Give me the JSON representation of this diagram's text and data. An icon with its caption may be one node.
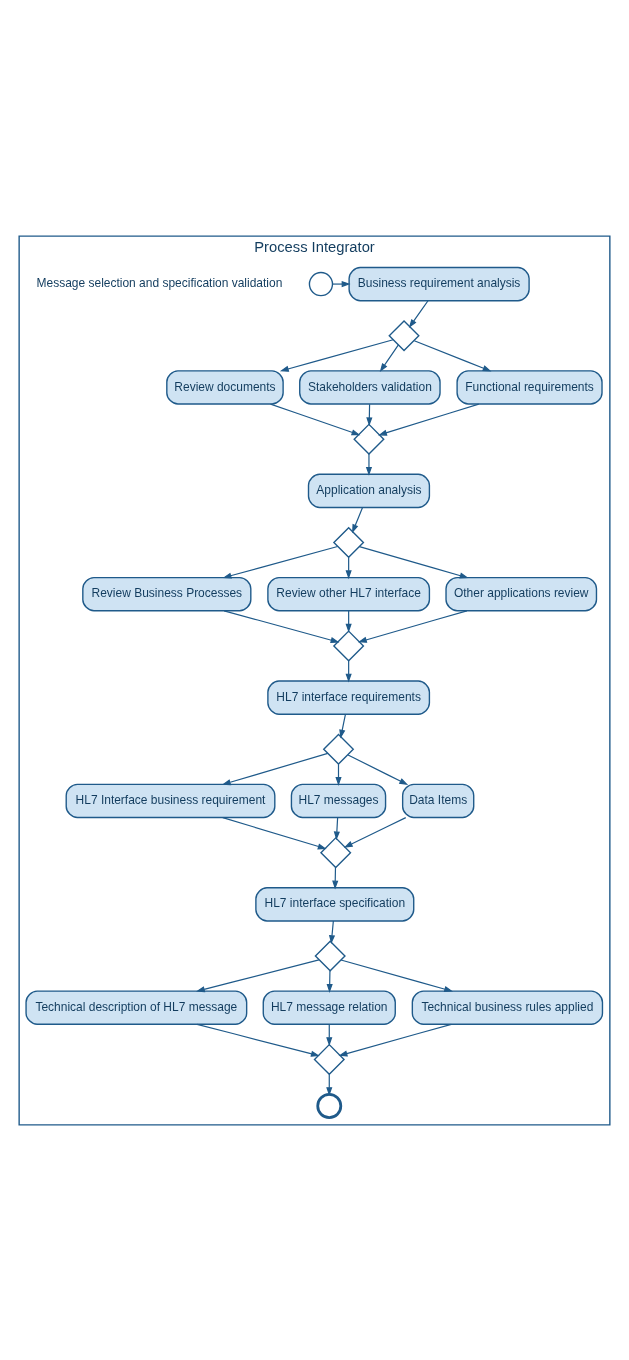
{
  "diagram": {
    "nodes": [
      {
        "text": [
          "Process Integrator"
        ]
      },
      {
        "text": [],
        "shape": "circle",
        "in": 0,
        "beside": [
          "Message selection and specification validation"
        ]
      },
      {
        "text": [
          "Business requirement analysis"
        ],
        "in": 0
      },
      {
        "text": [],
        "shape": "diamond",
        "in": 0
      },
      {
        "text": [
          "Review documents"
        ],
        "in": 0
      },
      {
        "text": [
          "Stakeholders validation"
        ],
        "in": 0
      },
      {
        "text": [
          "Functional requirements"
        ],
        "in": 0
      },
      {
        "text": [],
        "shape": "diamond",
        "in": 0
      },
      {
        "text": [
          "Application analysis"
        ],
        "in": 0
      },
      {
        "text": [],
        "shape": "diamond",
        "in": 0
      },
      {
        "text": [
          "Review Business Processes"
        ],
        "in": 0
      },
      {
        "text": [
          "Review other HL7 interface"
        ],
        "in": 0
      },
      {
        "text": [
          "Other applications review"
        ],
        "in": 0
      },
      {
        "text": [],
        "shape": "diamond",
        "in": 0
      },
      {
        "text": [
          "HL7 interface requirements"
        ],
        "in": 0
      },
      {
        "text": [],
        "shape": "diamond",
        "in": 0
      },
      {
        "text": [
          "HL7 Interface business requirement"
        ],
        "in": 0
      },
      {
        "text": [
          "HL7 messages"
        ],
        "in": 0
      },
      {
        "text": [
          "Data Items"
        ],
        "in": 0
      },
      {
        "text": [],
        "shape": "diamond",
        "in": 0
      },
      {
        "text": [
          "HL7 interface specification"
        ],
        "in": 0
      },
      {
        "text": [],
        "shape": "diamond",
        "in": 0
      },
      {
        "text": [
          "Technical description of HL7 message"
        ],
        "in": 0
      },
      {
        "text": [
          "HL7 message relation"
        ],
        "in": 0
      },
      {
        "text": [
          "Technical business rules applied"
        ],
        "in": 0
      },
      {
        "text": [],
        "shape": "diamond",
        "in": 0
      },
      {
        "text": [],
        "shape": "circle",
        "in": 0
      }
    ],
    "edges": [
      {
        "from": 1,
        "to": 2,
        "arrow": "to"
      },
      {
        "from": 2,
        "to": 3,
        "arrow": "to"
      },
      {
        "from": 3,
        "to": 4,
        "arrow": "to"
      },
      {
        "from": 3,
        "to": 5,
        "arrow": "to"
      },
      {
        "from": 3,
        "to": 6,
        "arrow": "to"
      },
      {
        "from": 4,
        "to": 7,
        "arrow": "to"
      },
      {
        "from": 5,
        "to": 7,
        "arrow": "to"
      },
      {
        "from": 6,
        "to": 7,
        "arrow": "to"
      },
      {
        "from": 7,
        "to": 8,
        "arrow": "to"
      },
      {
        "from": 8,
        "to": 9,
        "arrow": "to"
      },
      {
        "from": 9,
        "to": 10,
        "arrow": "to"
      },
      {
        "from": 9,
        "to": 11,
        "arrow": "to"
      },
      {
        "from": 9,
        "to": 12,
        "arrow": "to"
      },
      {
        "from": 10,
        "to": 13,
        "arrow": "to"
      },
      {
        "from": 11,
        "to": 13,
        "arrow": "to"
      },
      {
        "from": 12,
        "to": 13,
        "arrow": "to"
      },
      {
        "from": 13,
        "to": 14,
        "arrow": "to"
      },
      {
        "from": 14,
        "to": 15,
        "arrow": "to"
      },
      {
        "from": 15,
        "to": 16,
        "arrow": "to"
      },
      {
        "from": 15,
        "to": 17,
        "arrow": "to"
      },
      {
        "from": 15,
        "to": 18,
        "arrow": "to"
      },
      {
        "from": 16,
        "to": 19,
        "arrow": "to"
      },
      {
        "from": 17,
        "to": 19,
        "arrow": "to"
      },
      {
        "from": 18,
        "to": 19,
        "arrow": "to"
      },
      {
        "from": 19,
        "to": 20,
        "arrow": "to"
      },
      {
        "from": 20,
        "to": 21,
        "arrow": "to"
      },
      {
        "from": 21,
        "to": 22,
        "arrow": "to"
      },
      {
        "from": 21,
        "to": 23,
        "arrow": "to"
      },
      {
        "from": 21,
        "to": 24,
        "arrow": "to"
      },
      {
        "from": 22,
        "to": 25,
        "arrow": "to"
      },
      {
        "from": 23,
        "to": 25,
        "arrow": "to"
      },
      {
        "from": 24,
        "to": 25,
        "arrow": "to"
      },
      {
        "from": 25,
        "to": 26,
        "arrow": "to"
      }
    ]
  }
}
